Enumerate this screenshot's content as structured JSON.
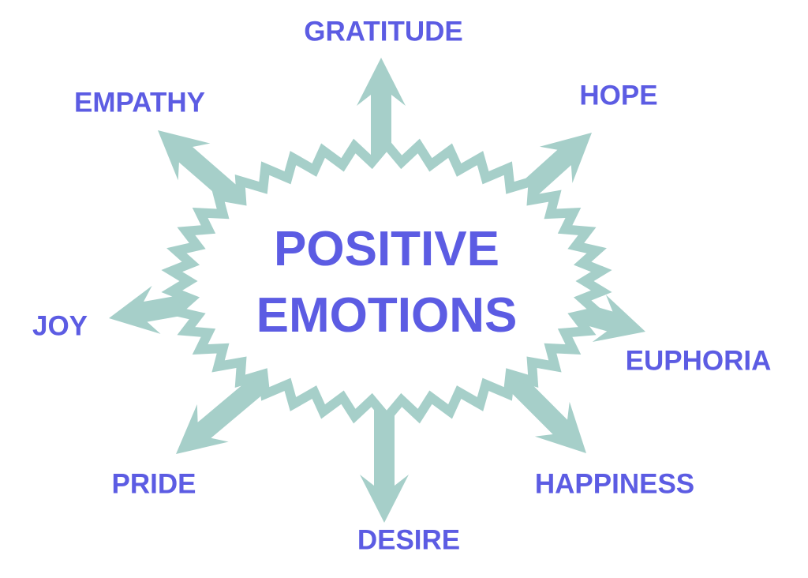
{
  "diagram": {
    "type": "radial-mind-map",
    "center": {
      "line1": "POSITIVE",
      "line2": "EMOTIONS"
    },
    "spokes": [
      {
        "id": "gratitude",
        "label": "GRATITUDE",
        "direction": "top"
      },
      {
        "id": "hope",
        "label": "HOPE",
        "direction": "top-right"
      },
      {
        "id": "euphoria",
        "label": "EUPHORIA",
        "direction": "right"
      },
      {
        "id": "happiness",
        "label": "HAPPINESS",
        "direction": "bottom-right"
      },
      {
        "id": "desire",
        "label": "DESIRE",
        "direction": "bottom"
      },
      {
        "id": "pride",
        "label": "PRIDE",
        "direction": "bottom-left"
      },
      {
        "id": "joy",
        "label": "JOY",
        "direction": "left"
      },
      {
        "id": "empathy",
        "label": "EMPATHY",
        "direction": "top-left"
      }
    ],
    "colors": {
      "label_text": "#5c5ce3",
      "arrow": "#a6cfc9",
      "center_fill": "#ffffff",
      "background": "#ffffff"
    }
  }
}
